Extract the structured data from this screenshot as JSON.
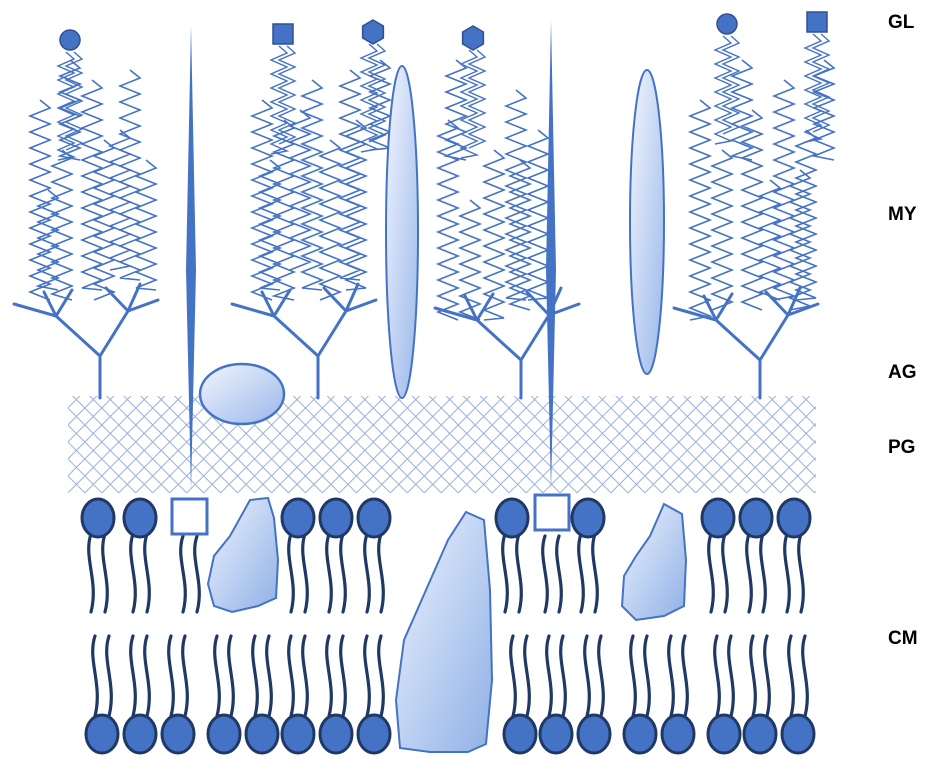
{
  "labels": {
    "gl": "GL",
    "my": "MY",
    "ag": "AG",
    "pg": "PG",
    "cm": "CM"
  },
  "colors": {
    "stroke": "#4472c4",
    "head_fill": "#4472c4",
    "head_outline": "#1f3864",
    "tail": "#1f3864",
    "protein_light": "#e8f0fd",
    "protein_dark": "#9db8e8",
    "hatch": "#8fa9d8"
  }
}
